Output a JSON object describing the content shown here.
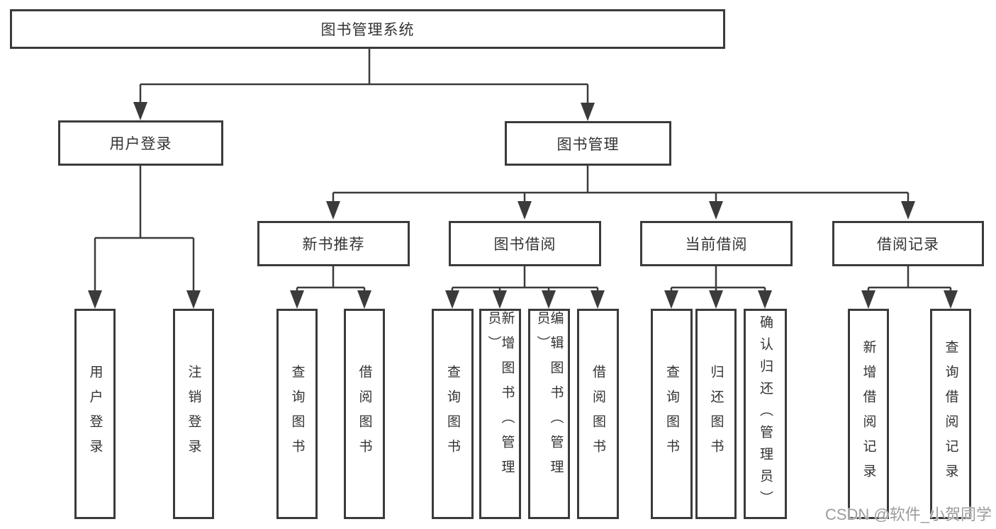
{
  "page": {
    "background": "#ffffff",
    "line_color": "#3b3b3b",
    "text_color": "#333333"
  },
  "watermark": {
    "text": "CSDN @软件_小贺同学",
    "color": "#9c9c9c"
  },
  "tree": {
    "root": "图书管理系统",
    "level2": [
      {
        "label": "用户登录",
        "children": [
          "用户登录",
          "注销登录"
        ]
      },
      {
        "label": "图书管理",
        "children": [
          {
            "label": "新书推荐",
            "children": [
              "查询图书",
              "借阅图书"
            ]
          },
          {
            "label": "图书借阅",
            "children": [
              "查询图书",
              "新增图书（管理员）",
              "编辑图书（管理员）",
              "借阅图书"
            ]
          },
          {
            "label": "当前借阅",
            "children": [
              "查询图书",
              "归还图书",
              "确认归还（管理员）"
            ]
          },
          {
            "label": "借阅记录",
            "children": [
              "新增借阅记录",
              "查询借阅记录"
            ]
          }
        ]
      }
    ]
  }
}
